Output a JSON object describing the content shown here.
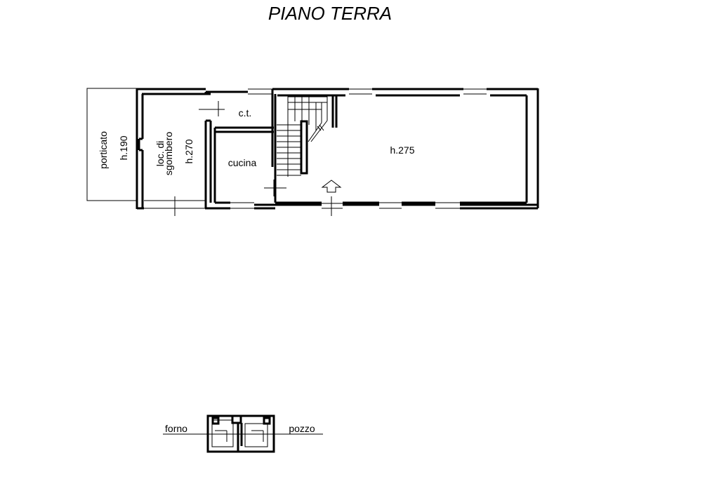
{
  "title": "PIANO TERRA",
  "rooms": {
    "porticato": "porticato",
    "porticato_h": "h.190",
    "sgombero_1": "loc. di",
    "sgombero_2": "sgombero",
    "sgombero_h": "h.270",
    "ct": "c.t.",
    "cucina": "cucina",
    "main_h": "h.275"
  },
  "annex": {
    "forno": "forno",
    "pozzo": "pozzo"
  }
}
